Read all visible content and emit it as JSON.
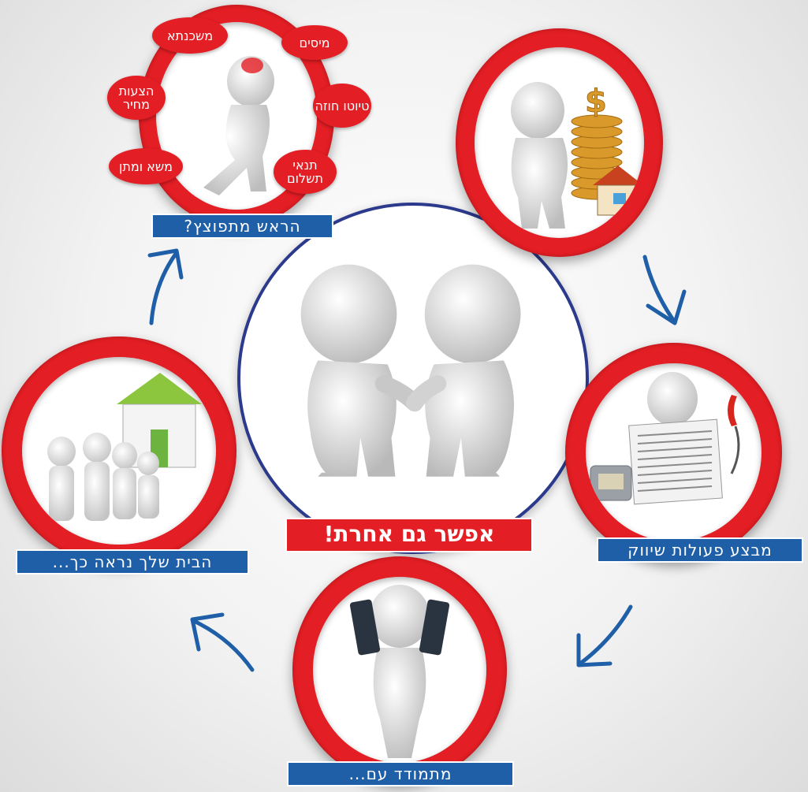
{
  "center": {
    "caption": "אפשר גם אחרת!"
  },
  "steps": [
    {
      "id": "headache",
      "label": "הראש מתפוצץ?",
      "icon": "stressed-figure-icon"
    },
    {
      "id": "money",
      "label": "",
      "icon": "coins-house-figure-icon"
    },
    {
      "id": "marketing",
      "label": "מבצע פעולות שיווק",
      "icon": "newspaper-phone-figure-icon"
    },
    {
      "id": "calls",
      "label": "מתמודד עם...",
      "icon": "two-phones-figure-icon"
    },
    {
      "id": "house",
      "label": "הבית שלך נראה כך...",
      "icon": "house-queue-icon"
    }
  ],
  "bubbles": [
    {
      "text": "משכנתא"
    },
    {
      "text": "מיסים"
    },
    {
      "text": "הצעות מחיר"
    },
    {
      "text": "טיוטו חוזה"
    },
    {
      "text": "משא ומתן"
    },
    {
      "text": "תנאי תשלום"
    }
  ],
  "colors": {
    "ring": "#e31e24",
    "label_bg": "#1f5fa8",
    "arrow": "#1f5fa8",
    "center_border": "#2b3a8c"
  }
}
